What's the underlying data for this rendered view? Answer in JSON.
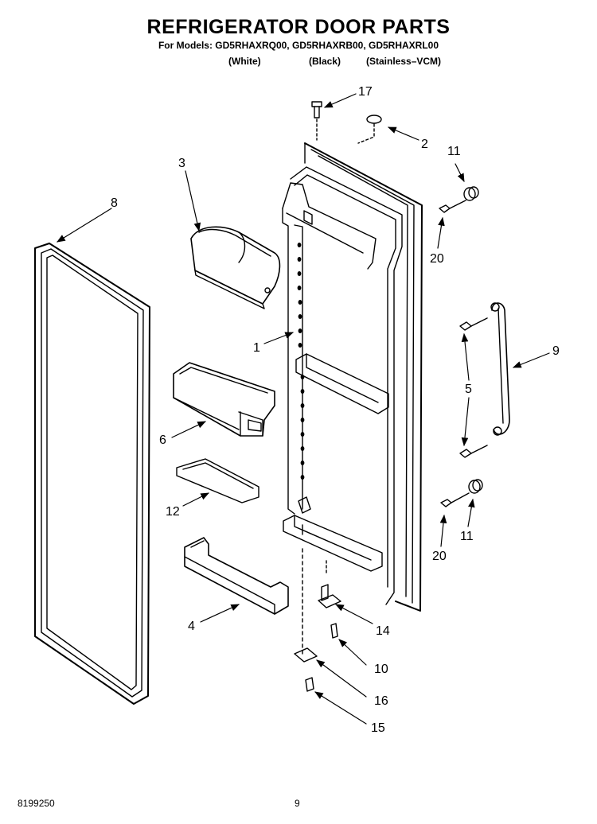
{
  "header": {
    "title": "REFRIGERATOR DOOR PARTS",
    "models_line": "For Models: GD5RHAXRQ00, GD5RHAXRB00, GD5RHAXRL00",
    "finishes": [
      "(White)",
      "(Black)",
      "(Stainless–VCM)"
    ]
  },
  "callouts": {
    "c17": "17",
    "c2": "2",
    "c3": "3",
    "c11a": "11",
    "c8": "8",
    "c20a": "20",
    "c1": "1",
    "c9": "9",
    "c5": "5",
    "c6": "6",
    "c12": "12",
    "c11b": "11",
    "c20b": "20",
    "c4": "4",
    "c14": "14",
    "c10": "10",
    "c16": "16",
    "c15": "15"
  },
  "footer": {
    "doc_number": "8199250",
    "page_number": "9"
  }
}
